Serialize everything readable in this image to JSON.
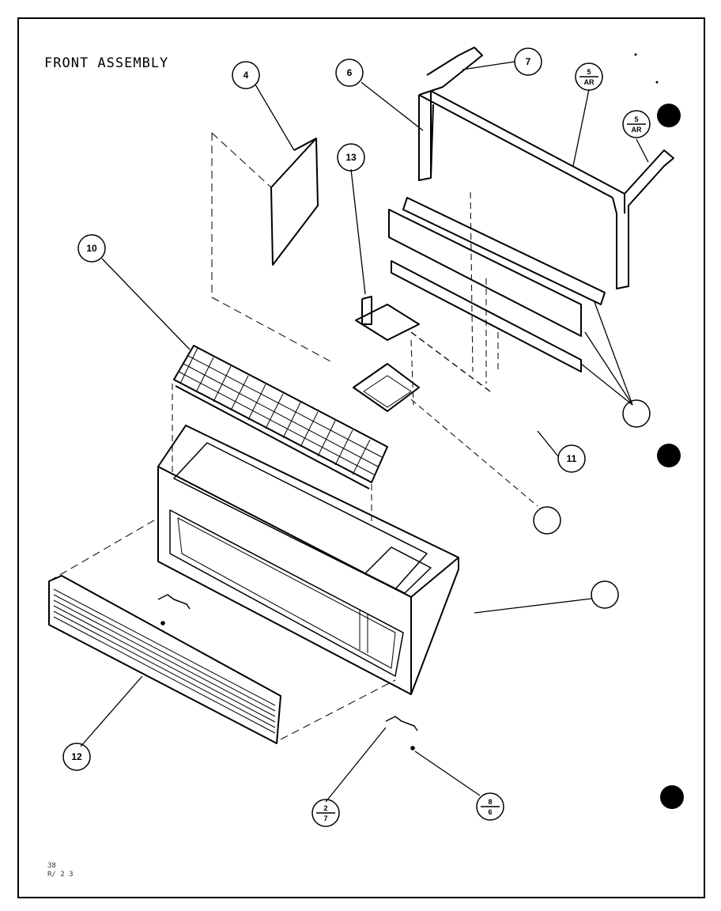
{
  "title": "FRONT ASSEMBLY",
  "corner_note": [
    "38",
    "R/ 2 3"
  ],
  "callouts": {
    "c4": "4",
    "c6": "6",
    "c7": "7",
    "c13": "13",
    "c10": "10",
    "c5ar_top": "5",
    "c5ar_bottom": "AR",
    "c5ar2_top": "5",
    "c5ar2_bottom": "AR",
    "c2_top": "2",
    "c2_bottom": "7",
    "c8_top": "8",
    "c8_bottom": "6",
    "c12": "12",
    "c11": "11"
  },
  "colors": {
    "ink": "#000000",
    "paper": "#ffffff"
  }
}
